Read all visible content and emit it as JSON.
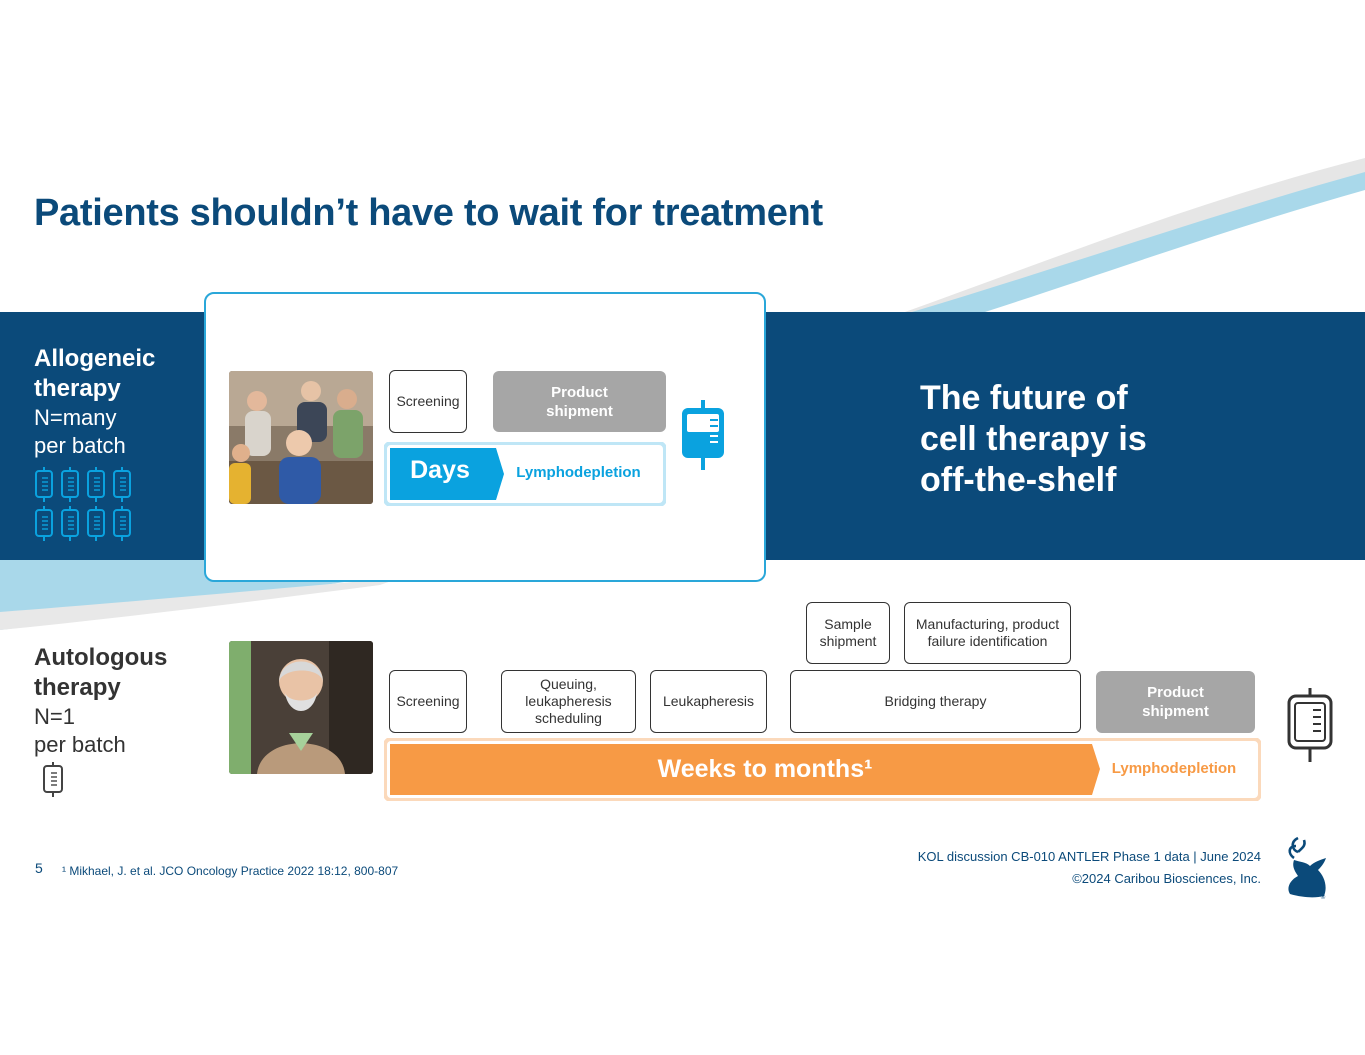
{
  "title": "Patients shouldn’t have to wait for treatment",
  "allogeneic": {
    "heading_line1": "Allogeneic",
    "heading_line2": "therapy",
    "n_line1": "N=many",
    "n_line2": "per batch",
    "steps": {
      "screening": "Screening",
      "product_shipment": "Product shipment"
    },
    "timeline": {
      "duration": "Days",
      "end_step": "Lymphodepletion"
    },
    "tagline_line1": "The future of",
    "tagline_line2": "cell therapy is",
    "tagline_line3": "off-the-shelf"
  },
  "autologous": {
    "heading_line1": "Autologous",
    "heading_line2": "therapy",
    "n_line1": "N=1",
    "n_line2": "per batch",
    "steps": {
      "screening": "Screening",
      "queuing": "Queuing, leukapheresis scheduling",
      "leukapheresis": "Leukapheresis",
      "bridging": "Bridging therapy",
      "sample_shipment": "Sample shipment",
      "manufacturing": "Manufacturing, product failure identification",
      "product_shipment": "Product shipment"
    },
    "timeline": {
      "duration": "Weeks to months¹",
      "end_step": "Lymphodepletion"
    }
  },
  "footer": {
    "page_number": "5",
    "reference": "¹ Mikhael, J. et al. JCO Oncology Practice 2022 18:12, 800-807",
    "event": "KOL discussion CB-010 ANTLER Phase 1 data | June 2024",
    "copyright": "©2024 Caribou Biosciences, Inc."
  },
  "colors": {
    "navy": "#0b4a7a",
    "cyan": "#0aa2df",
    "orange": "#f79a45",
    "gray": "#a6a6a6"
  }
}
